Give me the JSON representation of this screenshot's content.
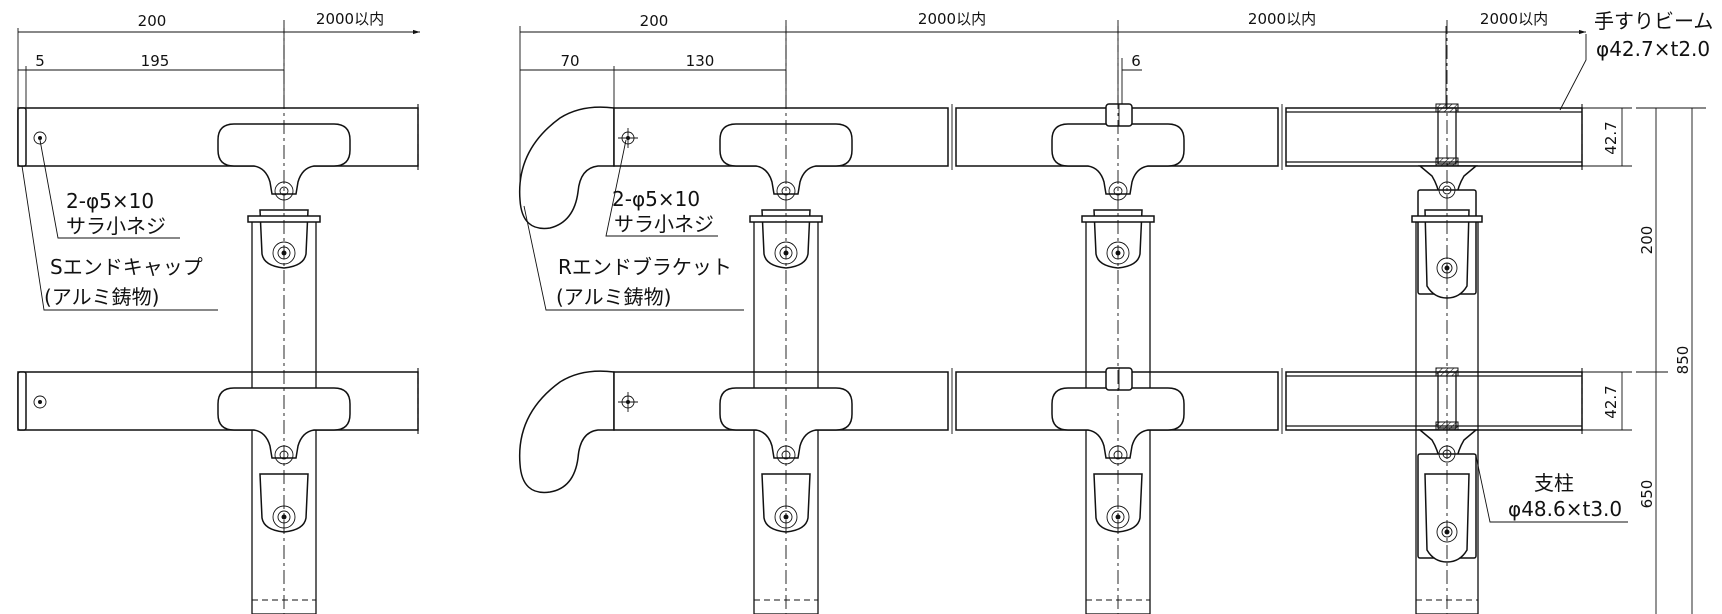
{
  "dimensions": {
    "left_overall": "200",
    "left_span": "2000以内",
    "left_gap": "5",
    "left_offset": "195",
    "right_overall": "200",
    "span_1": "2000以内",
    "span_2": "2000以内",
    "span_3": "2000以内",
    "right_bracket": "70",
    "right_offset": "130",
    "joint_gap": "6",
    "beam_height_upper": "42.7",
    "beam_height_lower": "42.7",
    "beam_spacing": "200",
    "lower_height": "650",
    "total_height": "850"
  },
  "callouts": {
    "screw_left_line1": "2-φ5×10",
    "screw_left_line2": "サラ小ネジ",
    "s_end_cap_line1": "Sエンドキャップ",
    "s_end_cap_line2": "(アルミ鋳物)",
    "screw_right_line1": "2-φ5×10",
    "screw_right_line2": "サラ小ネジ",
    "r_end_bracket_line1": "Rエンドブラケット",
    "r_end_bracket_line2": "(アルミ鋳物)",
    "beam_line1": "手すりビーム",
    "beam_line2": "φ42.7×t2.0",
    "post_line1": "支柱",
    "post_line2": "φ48.6×t3.0"
  }
}
